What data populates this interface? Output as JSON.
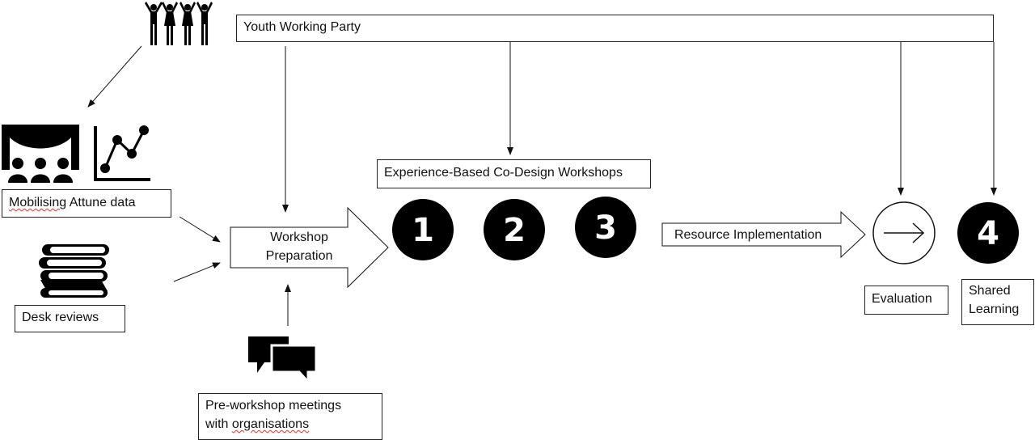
{
  "nodes": {
    "youth_working_party": "Youth Working Party",
    "ebcd_workshops": "Experience-Based Co-Design Workshops",
    "mobilising_label_word": "Mobilising",
    "mobilising_label_rest": " Attune data",
    "desk_reviews": "Desk reviews",
    "pre_workshop_line1": "Pre-workshop meetings",
    "pre_workshop_line2_pre": "with ",
    "pre_workshop_line2_word": "organisations",
    "workshop_prep_line1": "Workshop",
    "workshop_prep_line2": "Preparation",
    "resource_implementation": "Resource Implementation",
    "evaluation": "Evaluation",
    "shared_learning_line1": "Shared",
    "shared_learning_line2": "Learning"
  },
  "workshops": [
    "1",
    "2",
    "3"
  ],
  "final_step": "4",
  "icons": {
    "people": "people-cheering-icon",
    "presentation": "audience-presentation-icon",
    "chart": "line-chart-icon",
    "books": "books-stack-icon",
    "chat": "chat-bubbles-icon",
    "evaluation": "arrow-right-circle-icon"
  },
  "colors": {
    "ink": "#111111",
    "fill": "#000000",
    "squiggle": "#d33333"
  }
}
